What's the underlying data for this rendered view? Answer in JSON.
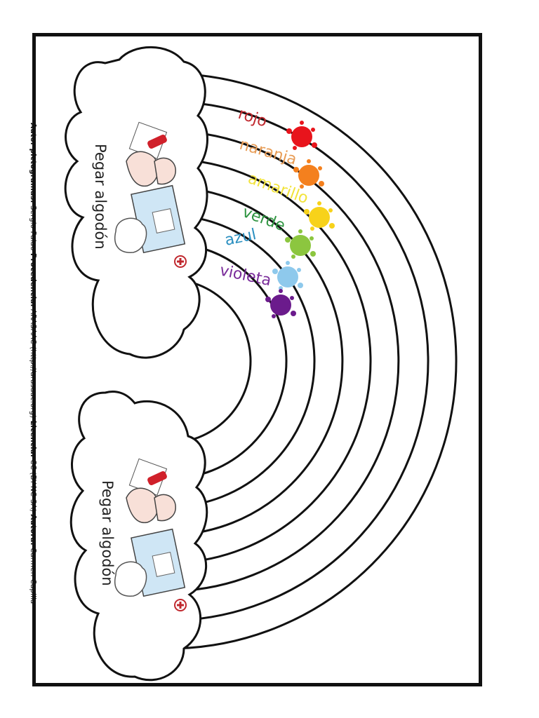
{
  "colors_list": [
    {
      "word": "rojo",
      "color": "#c0282e",
      "splat": "#e8141c"
    },
    {
      "word": "naranja",
      "color": "#e89c55",
      "splat": "#f4801e"
    },
    {
      "word": "amarillo",
      "color": "#f2e33a",
      "splat": "#f7d21a"
    },
    {
      "word": "verde",
      "color": "#2e9440",
      "splat": "#8cc63f"
    },
    {
      "word": "azul",
      "color": "#2a8fc0",
      "splat": "#8ec9ec"
    },
    {
      "word": "violeta",
      "color": "#7a2c9a",
      "splat": "#6b1b8c"
    }
  ],
  "clouds": [
    {
      "label": "Pegar algodón",
      "instruction_icons": [
        "hand-glue-icon",
        "cotton-bag-icon"
      ]
    },
    {
      "label": "Pegar algodón",
      "instruction_icons": [
        "hand-glue-icon",
        "cotton-bag-icon"
      ]
    }
  ],
  "credits": {
    "autor_label": "Autor pictogramas:",
    "autor_value": "Sergio Palao",
    "procedencia_label": "Procedencia:",
    "procedencia_value": "ARASAAC (http://arasaac.org)",
    "licencia_label": "Licencia:",
    "licencia_value": "CC (BY-NC-SA)",
    "autora_label": "Autora:",
    "autora_value": "Carmen Capilla"
  }
}
